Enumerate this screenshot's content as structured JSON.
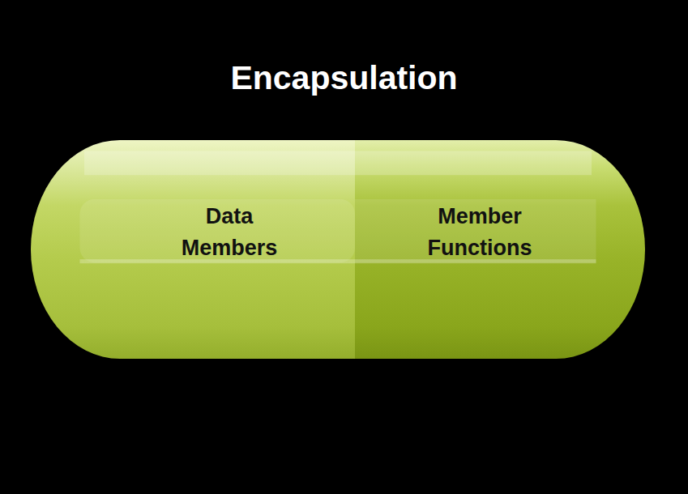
{
  "diagram": {
    "title": "Encapsulation",
    "nodes": [
      {
        "text": [
          "Data Members"
        ]
      },
      {
        "text": [
          "Member Functions"
        ]
      }
    ]
  }
}
